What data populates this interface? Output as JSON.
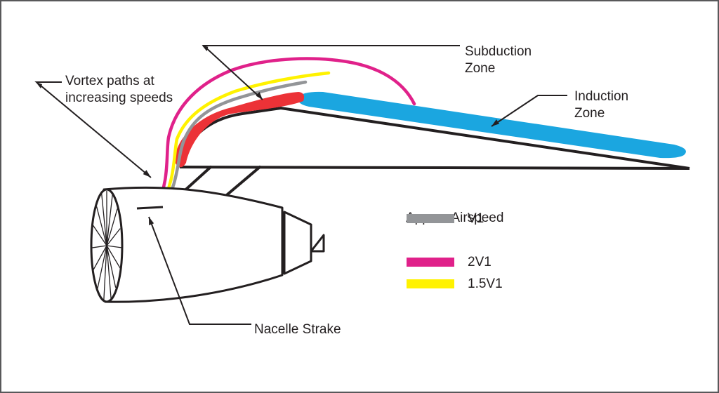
{
  "labels": {
    "subduction": "Subduction\nZone",
    "induction": "Induction\nZone",
    "vortex": "Vortex paths at\nincreasing speeds",
    "strake": "Nacelle Strake"
  },
  "legend": {
    "title": "Approx Airspeed",
    "items": [
      {
        "label": "2V1",
        "color": "#e0218a"
      },
      {
        "label": "1.5V1",
        "color": "#fff200"
      },
      {
        "label": "V1",
        "color": "#939598"
      }
    ]
  },
  "colors": {
    "zone_subduction": "#ec3237",
    "zone_induction": "#1ba6e0",
    "outline": "#231f20"
  }
}
